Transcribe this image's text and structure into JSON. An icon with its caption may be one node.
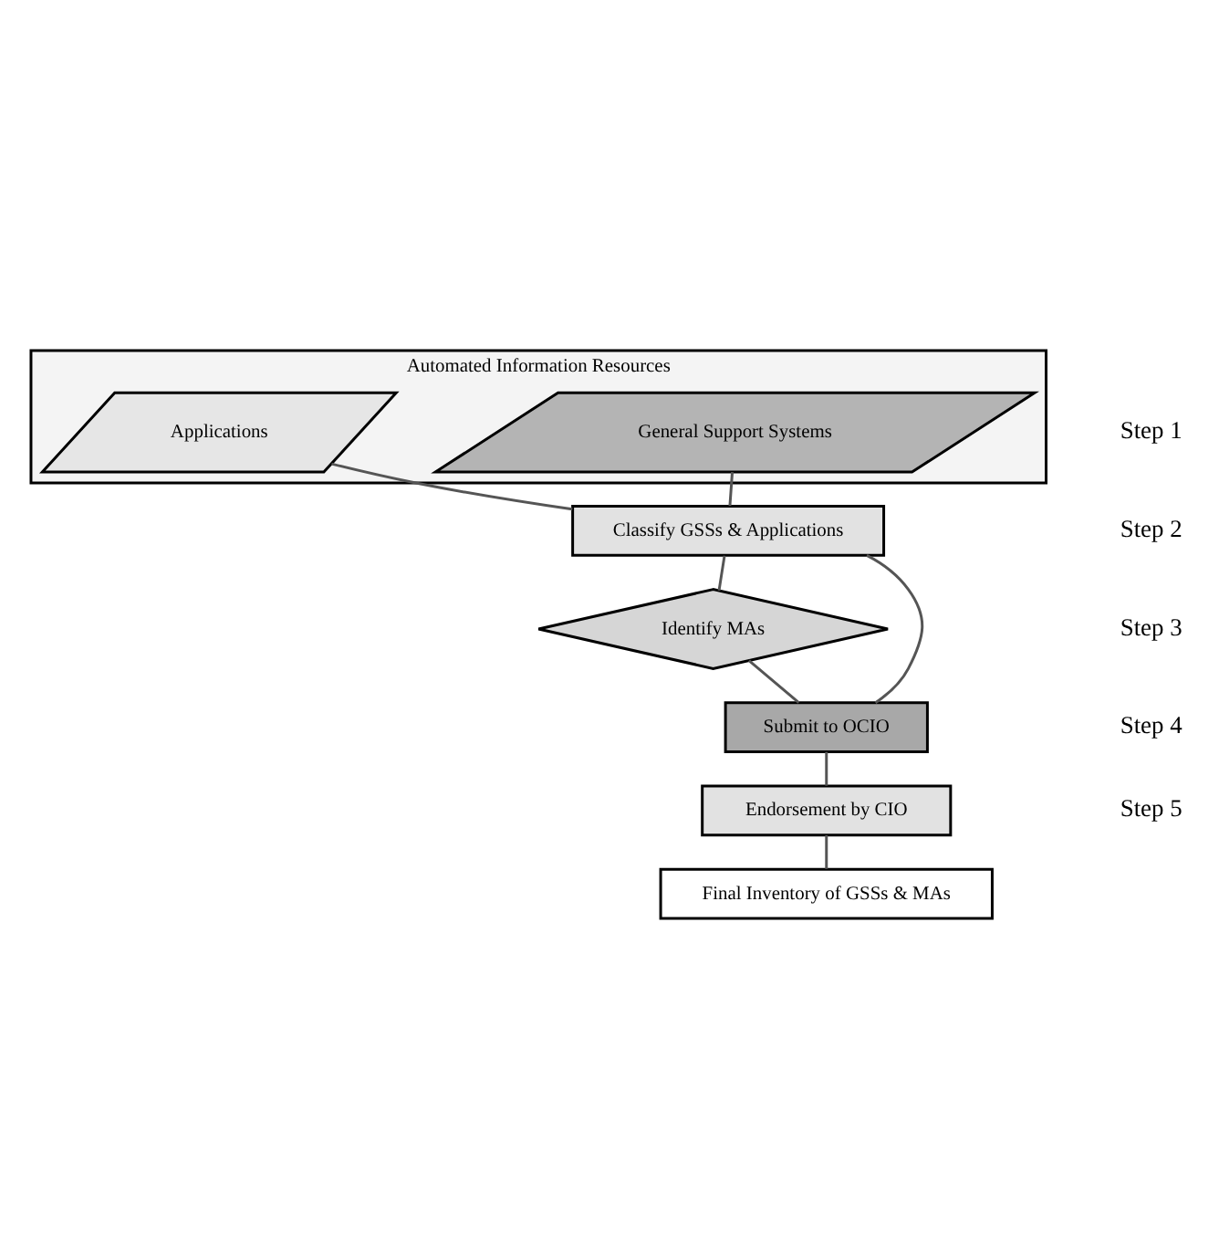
{
  "diagram": {
    "nodes": [
      {
        "text": [
          "Automated Information Resources"
        ]
      },
      {
        "text": [
          "General Support Systems"
        ],
        "in": 0
      },
      {
        "text": [
          "Applications"
        ],
        "in": 0
      },
      {
        "text": [
          "Classify GSSs & Applications"
        ]
      },
      {
        "text": [
          "Identify MAs"
        ]
      },
      {
        "text": [
          "Submit to OCIO"
        ]
      },
      {
        "text": [
          "Endorsement by CIO"
        ]
      },
      {
        "text": [
          "Final Inventory of GSSs & MAs"
        ]
      }
    ],
    "edges": [
      {
        "from": 1,
        "to": 3,
        "arrow": "none"
      },
      {
        "from": 2,
        "to": 3,
        "arrow": "none"
      },
      {
        "from": 3,
        "to": 4,
        "arrow": "none"
      },
      {
        "from": 3,
        "to": 5,
        "arrow": "none"
      },
      {
        "from": 4,
        "to": 5,
        "arrow": "none"
      },
      {
        "from": 5,
        "to": 6,
        "arrow": "none"
      },
      {
        "from": 6,
        "to": 7,
        "arrow": "none"
      }
    ],
    "labels": [
      "Step 1",
      "Step 2",
      "Step 3",
      "Step 4",
      "Step 5"
    ]
  }
}
